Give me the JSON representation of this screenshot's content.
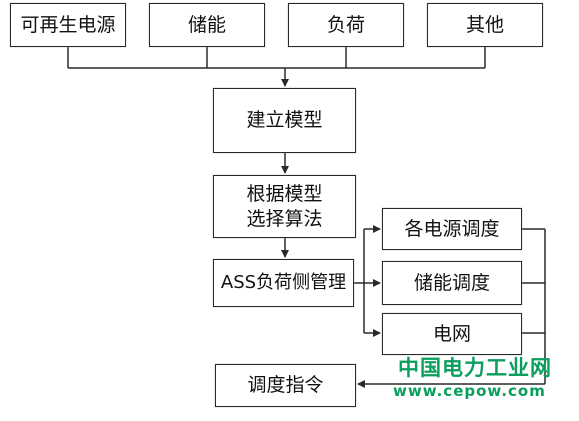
{
  "inputs": {
    "renewable": "可再生电源",
    "storage": "储能",
    "load": "负荷",
    "other": "其他"
  },
  "steps": {
    "build_model": "建立模型",
    "select_algorithm_line1": "根据模型",
    "select_algorithm_line2": "选择算法",
    "ass_load_side": "ASS负荷侧管理",
    "dispatch_command": "调度指令"
  },
  "dispatch": {
    "power_sources": "各电源调度",
    "storage": "储能调度",
    "grid": "电网"
  },
  "watermark": {
    "name": "中国电力工业网",
    "url": "www.cepow.com"
  },
  "colors": {
    "line": "#2a2a2a",
    "watermark": "#0a9e5c"
  }
}
